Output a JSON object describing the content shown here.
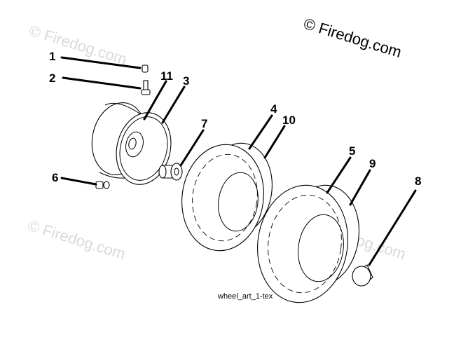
{
  "watermark": {
    "main": "© Firedog.com",
    "faint": "© Firedog.com"
  },
  "caption": "wheel_art_1-tex",
  "callouts": [
    "1",
    "2",
    "11",
    "3",
    "4",
    "10",
    "7",
    "6",
    "5",
    "9",
    "8"
  ]
}
